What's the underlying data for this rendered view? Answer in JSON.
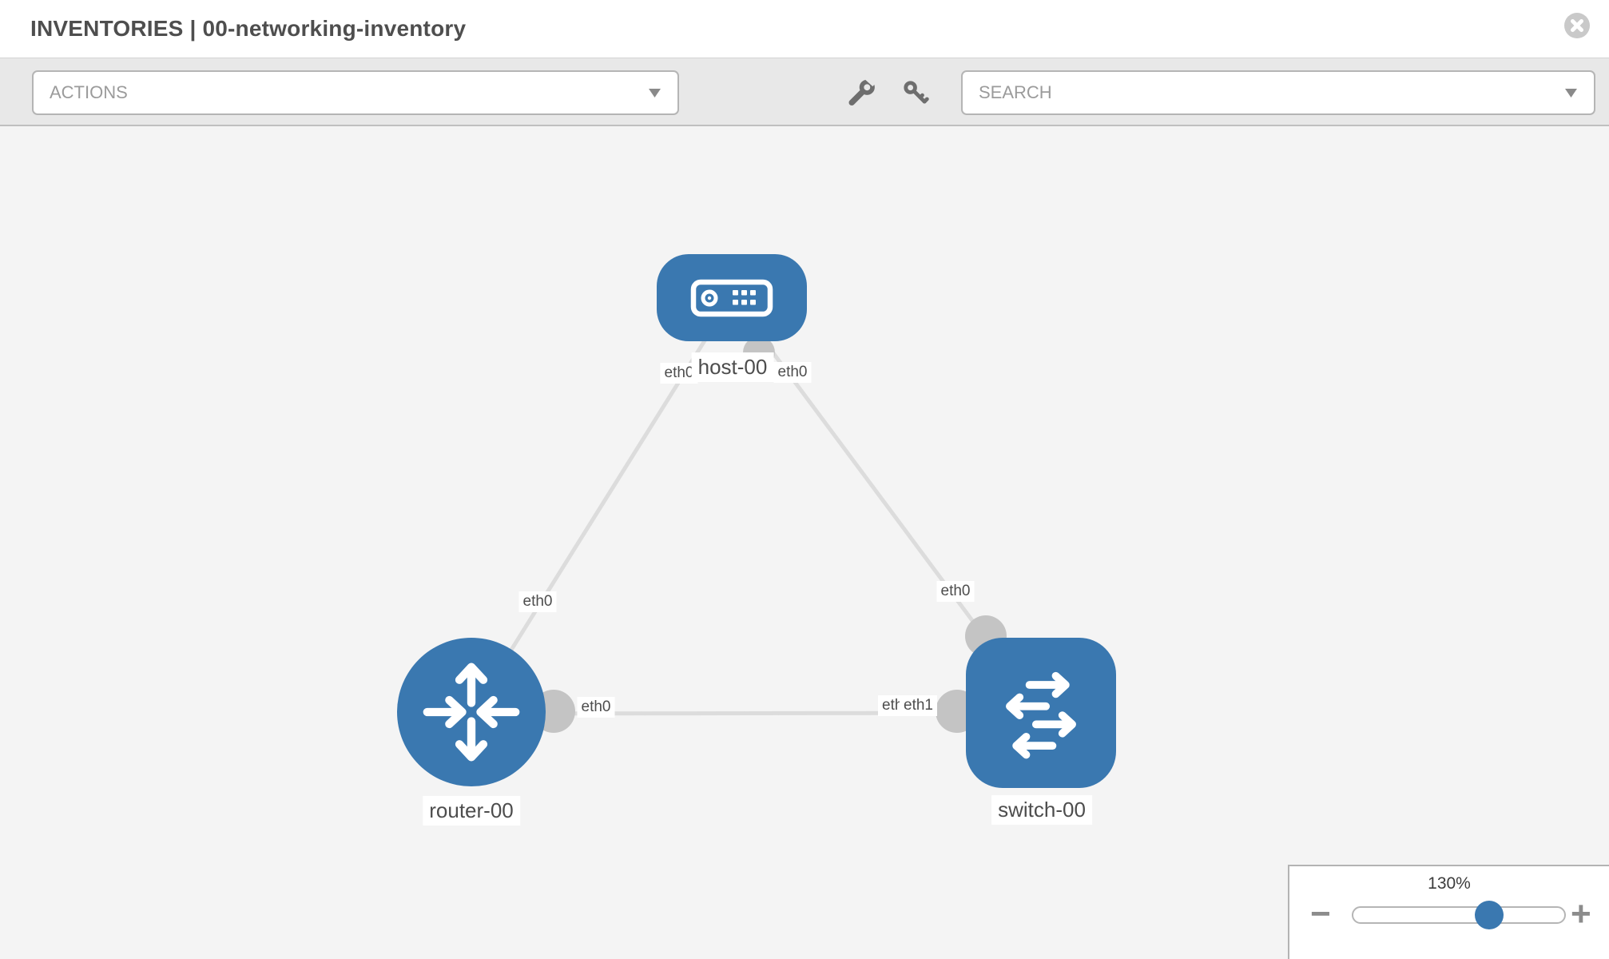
{
  "header": {
    "title": "INVENTORIES | 00-networking-inventory"
  },
  "toolbar": {
    "actions_label": "ACTIONS",
    "search_label": "SEARCH",
    "icons": [
      "wrench-icon",
      "key-icon"
    ]
  },
  "topology": {
    "nodes": [
      {
        "label": "host-00",
        "type": "host",
        "icon": "host-icon"
      },
      {
        "label": "router-00",
        "type": "router",
        "icon": "router-icon"
      },
      {
        "label": "switch-00",
        "type": "switch",
        "icon": "switch-icon"
      }
    ],
    "links": [
      {
        "source": "host-00",
        "target": "router-00",
        "source_interface": "eth0",
        "target_interface": "eth0"
      },
      {
        "source": "host-00",
        "target": "switch-00",
        "source_interface": "eth0",
        "target_interface": "eth0"
      },
      {
        "source": "router-00",
        "target": "switch-00",
        "source_interface": "eth0",
        "target_interface": "eth1",
        "target_interface_ghost": "eth1"
      }
    ]
  },
  "zoom_control": {
    "level": "130%",
    "zoom_out_label": "−",
    "zoom_in_label": "+"
  },
  "colors": {
    "node_blue": "#3a78b0",
    "link_gray": "#dcdcdc",
    "endpoint_gray": "#c4c4c4",
    "toolbar_gray": "#e8e8e8",
    "canvas_gray": "#f4f4f4"
  }
}
